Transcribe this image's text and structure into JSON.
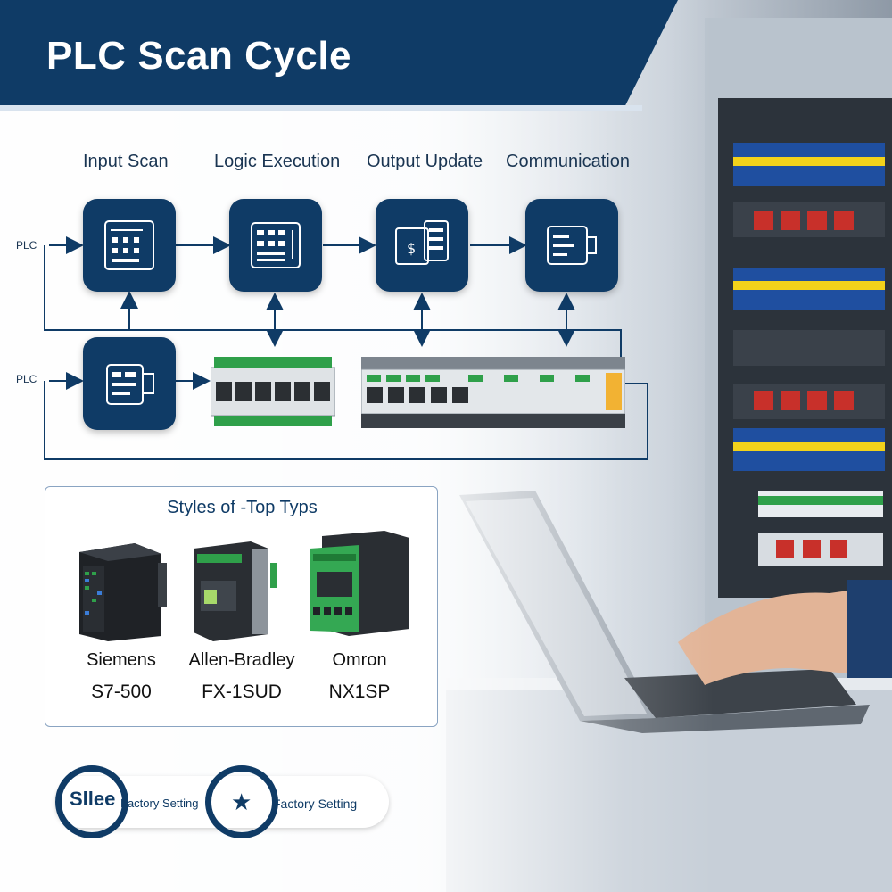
{
  "header": {
    "title": "PLC Scan Cycle"
  },
  "steps": [
    {
      "label": "Input Scan",
      "icon": "input-scan-icon"
    },
    {
      "label": "Logic Execution",
      "icon": "logic-execution-icon"
    },
    {
      "label": "Output Update",
      "icon": "output-update-icon"
    },
    {
      "label": "Communication",
      "icon": "communication-icon"
    }
  ],
  "wires": {
    "top_label": "PLC",
    "bottom_label": "PLC"
  },
  "types_panel": {
    "title": "Styles of -Top Typs",
    "items": [
      {
        "brand": "Siemens",
        "model": "S7-500"
      },
      {
        "brand": "Allen-Bradley",
        "model": "FX-1SUD"
      },
      {
        "brand": "Omron",
        "model": "NX1SP"
      }
    ]
  },
  "footer": {
    "main": "Sllee",
    "sub1": "Factory Setting",
    "sub2": "Factory Setting"
  },
  "colors": {
    "navy": "#0f3b66",
    "green": "#2fa04a",
    "yellow": "#f2d21b",
    "red": "#c8302a"
  }
}
